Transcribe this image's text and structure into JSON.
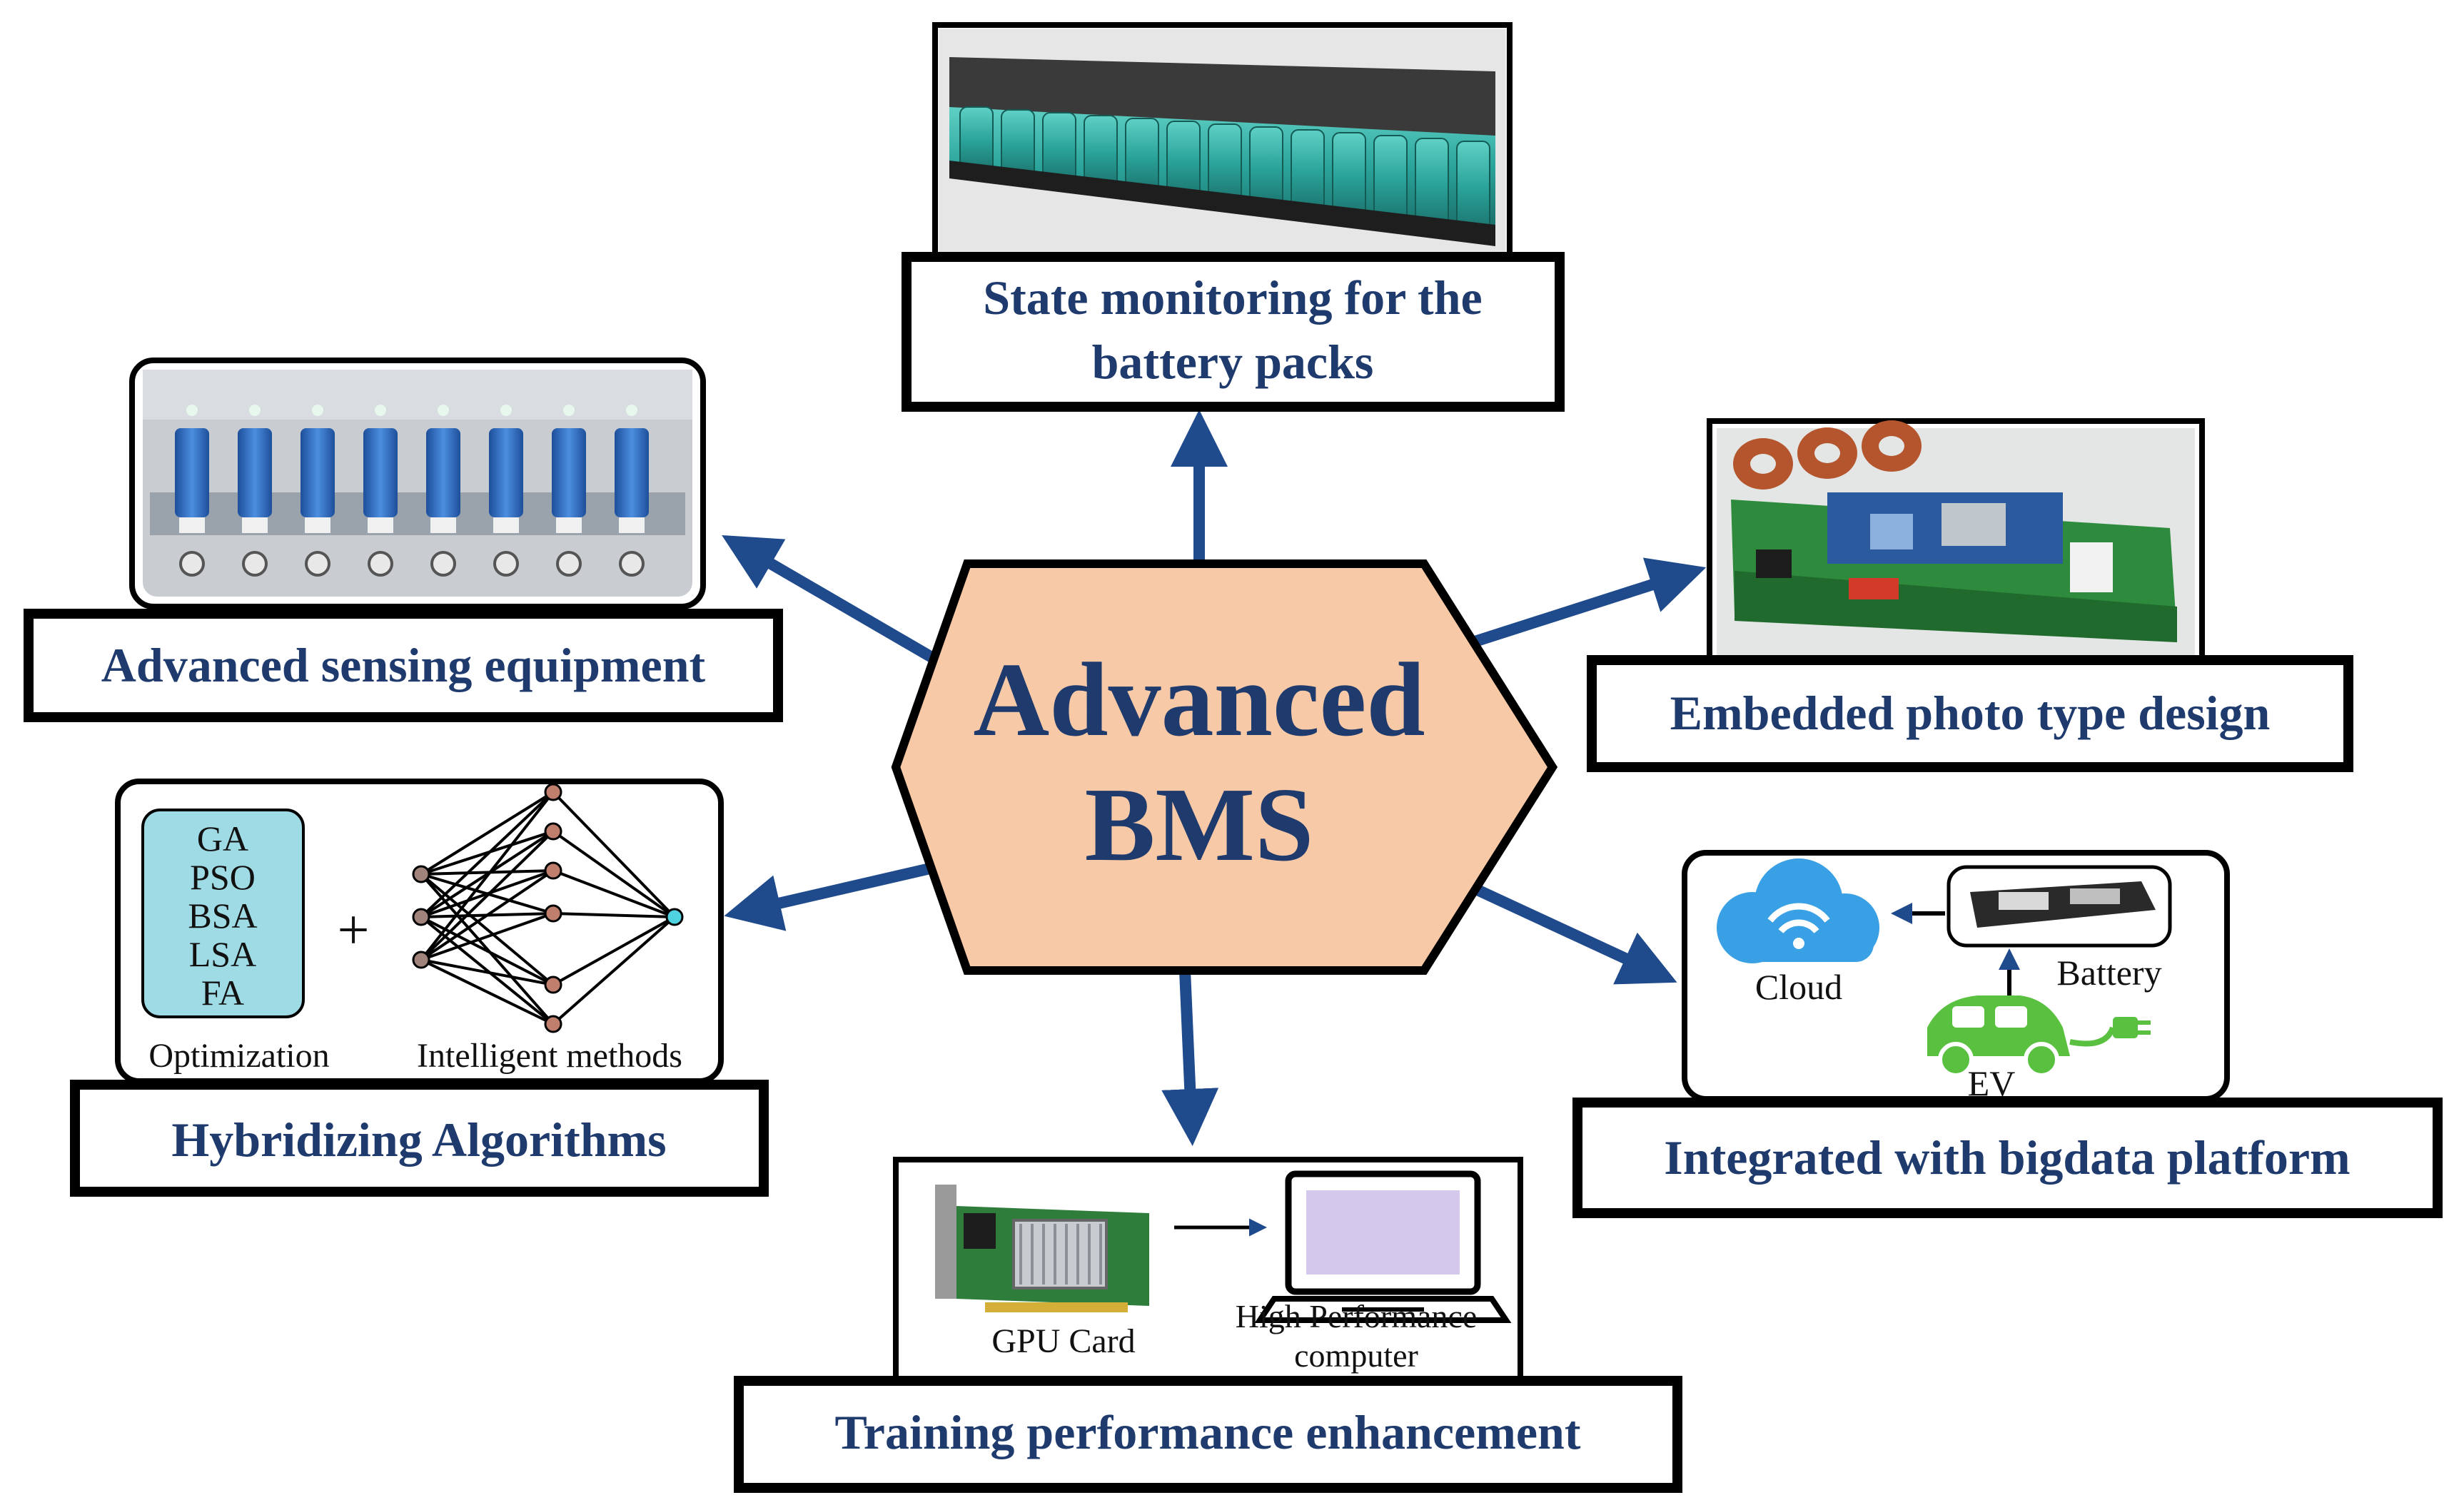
{
  "center": {
    "line1": "Advanced",
    "line2": "BMS"
  },
  "nodes": {
    "state_monitoring": {
      "line1": "State monitoring for the",
      "line2": "battery packs"
    },
    "sensing": {
      "label": "Advanced sensing equipment"
    },
    "embedded": {
      "label": "Embedded photo type design"
    },
    "hybridizing": {
      "label": "Hybridizing Algorithms",
      "algorithms": [
        "GA",
        "PSO",
        "BSA",
        "LSA",
        "FA"
      ],
      "plus": "+",
      "optimization_caption": "Optimization",
      "intelligent_caption": "Intelligent methods"
    },
    "bigdata": {
      "label": "Integrated with bigdata platform",
      "cloud": "Cloud",
      "battery": "Battery",
      "ev": "EV"
    },
    "training": {
      "label": "Training performance enhancement",
      "gpu": "GPU Card",
      "hpc_line1": "High Performance",
      "hpc_line2": "computer"
    }
  },
  "colors": {
    "hexagon_fill": "#f8c9a6",
    "text_navy": "#1f3b6e",
    "arrow": "#1f4a8c",
    "cell_teal": "#2aa39a",
    "cell_blue": "#2f6fc0",
    "pcb_green": "#2e8b3d",
    "cloud_blue": "#3aa0e6",
    "ev_green": "#59c13f",
    "algo_box": "#9fdbe5"
  }
}
